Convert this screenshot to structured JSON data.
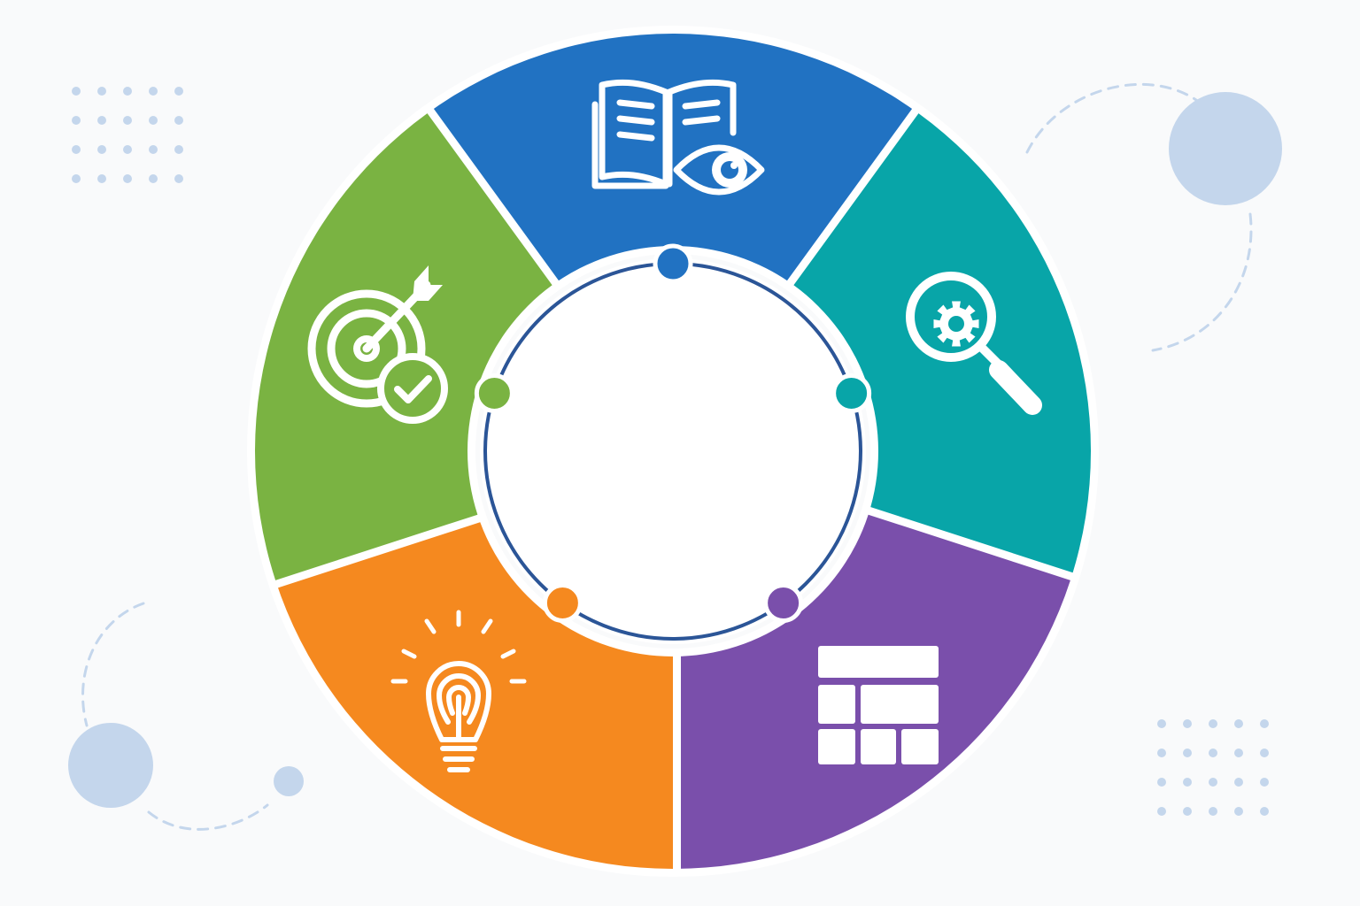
{
  "diagram": {
    "type": "cycle",
    "segment_count": 5,
    "segments": [
      {
        "id": "read-observe",
        "icon": "book-eye-icon",
        "color": "#2172c2"
      },
      {
        "id": "analyze",
        "icon": "magnifier-gear-icon",
        "color": "#08a5a8"
      },
      {
        "id": "plan",
        "icon": "layout-grid-icon",
        "color": "#7a4fab"
      },
      {
        "id": "ideate",
        "icon": "lightbulb-icon",
        "color": "#f5891f"
      },
      {
        "id": "goal",
        "icon": "target-check-icon",
        "color": "#7ab342"
      }
    ],
    "ring_color": "#2b5597",
    "background_accent": "#c4d6ec"
  }
}
